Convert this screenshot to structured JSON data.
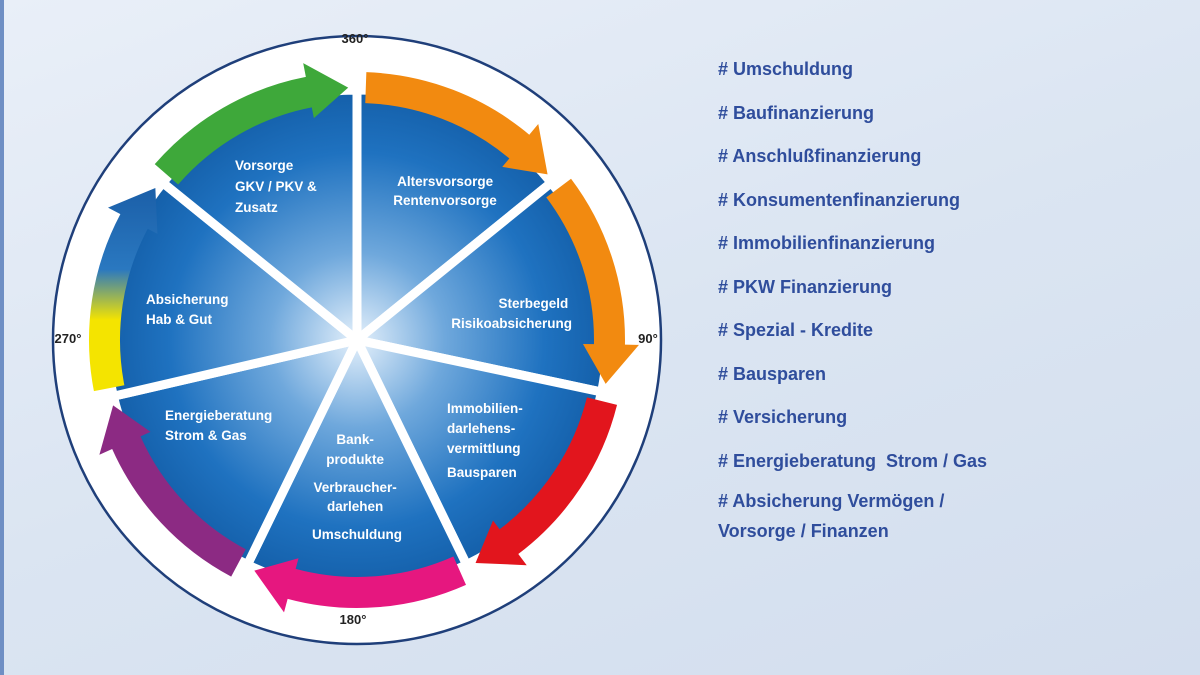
{
  "wheel": {
    "degrees": {
      "top": "360°",
      "right": "90°",
      "bottom": "180°",
      "left": "270°"
    },
    "sectors": [
      {
        "lines": [
          "Vorsorge",
          "GKV / PKV &",
          "Zusatz"
        ]
      },
      {
        "lines": [
          "Altersvorsorge",
          "Rentenvorsorge"
        ]
      },
      {
        "lines": [
          "Sterbegeld",
          "Risikoabsicherung"
        ]
      },
      {
        "lines": [
          "Immobilien-",
          "darlehens-",
          "vermittlung",
          "Bausparen"
        ]
      },
      {
        "lines": [
          "Bank-",
          "produkte",
          "Verbraucher-",
          "darlehen",
          "Umschuldung"
        ]
      },
      {
        "lines": [
          "Energieberatung",
          "Strom & Gas"
        ]
      },
      {
        "lines": [
          "Absicherung",
          "Hab & Gut"
        ]
      }
    ],
    "arrow_colors": {
      "green": "#3ea83a",
      "orange": "#f28a10",
      "red": "#e2151d",
      "magenta": "#e6177f",
      "purple": "#8c2a83",
      "yellow": "#f4e400",
      "blue": "#1b5fa8"
    }
  },
  "tags": [
    [
      "# Umschuldung"
    ],
    [
      "# Baufinanzierung"
    ],
    [
      "# Anschlußfinanzierung"
    ],
    [
      "# Konsumentenfinanzierung"
    ],
    [
      "# Immobilienfinanzierung"
    ],
    [
      "# PKW Finanzierung"
    ],
    [
      "# Spezial - Kredite"
    ],
    [
      "# Bausparen"
    ],
    [
      "# Versicherung"
    ],
    [
      "# Energieberatung  Strom / Gas"
    ],
    [
      "# Absicherung Vermögen /",
      "Vorsorge / Finanzen"
    ]
  ]
}
